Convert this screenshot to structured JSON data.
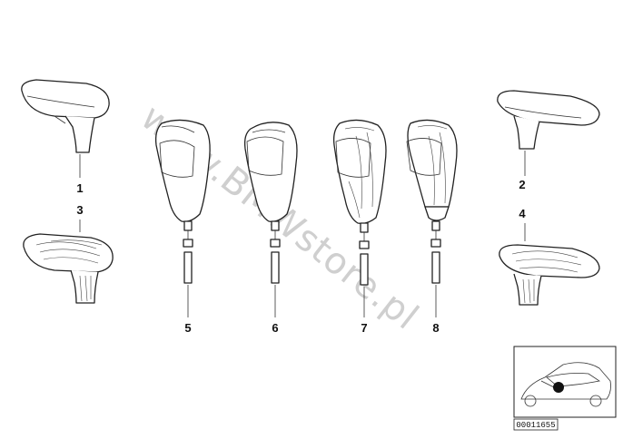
{
  "watermark": "www.BMWstore.pl",
  "reference_number": "00011655",
  "callouts": [
    "1",
    "2",
    "3",
    "4",
    "5",
    "6",
    "7",
    "8"
  ],
  "icons": {
    "part": "gear-knob-icon",
    "cover": "knob-cover-icon",
    "thumbnail": "car-location-icon"
  }
}
